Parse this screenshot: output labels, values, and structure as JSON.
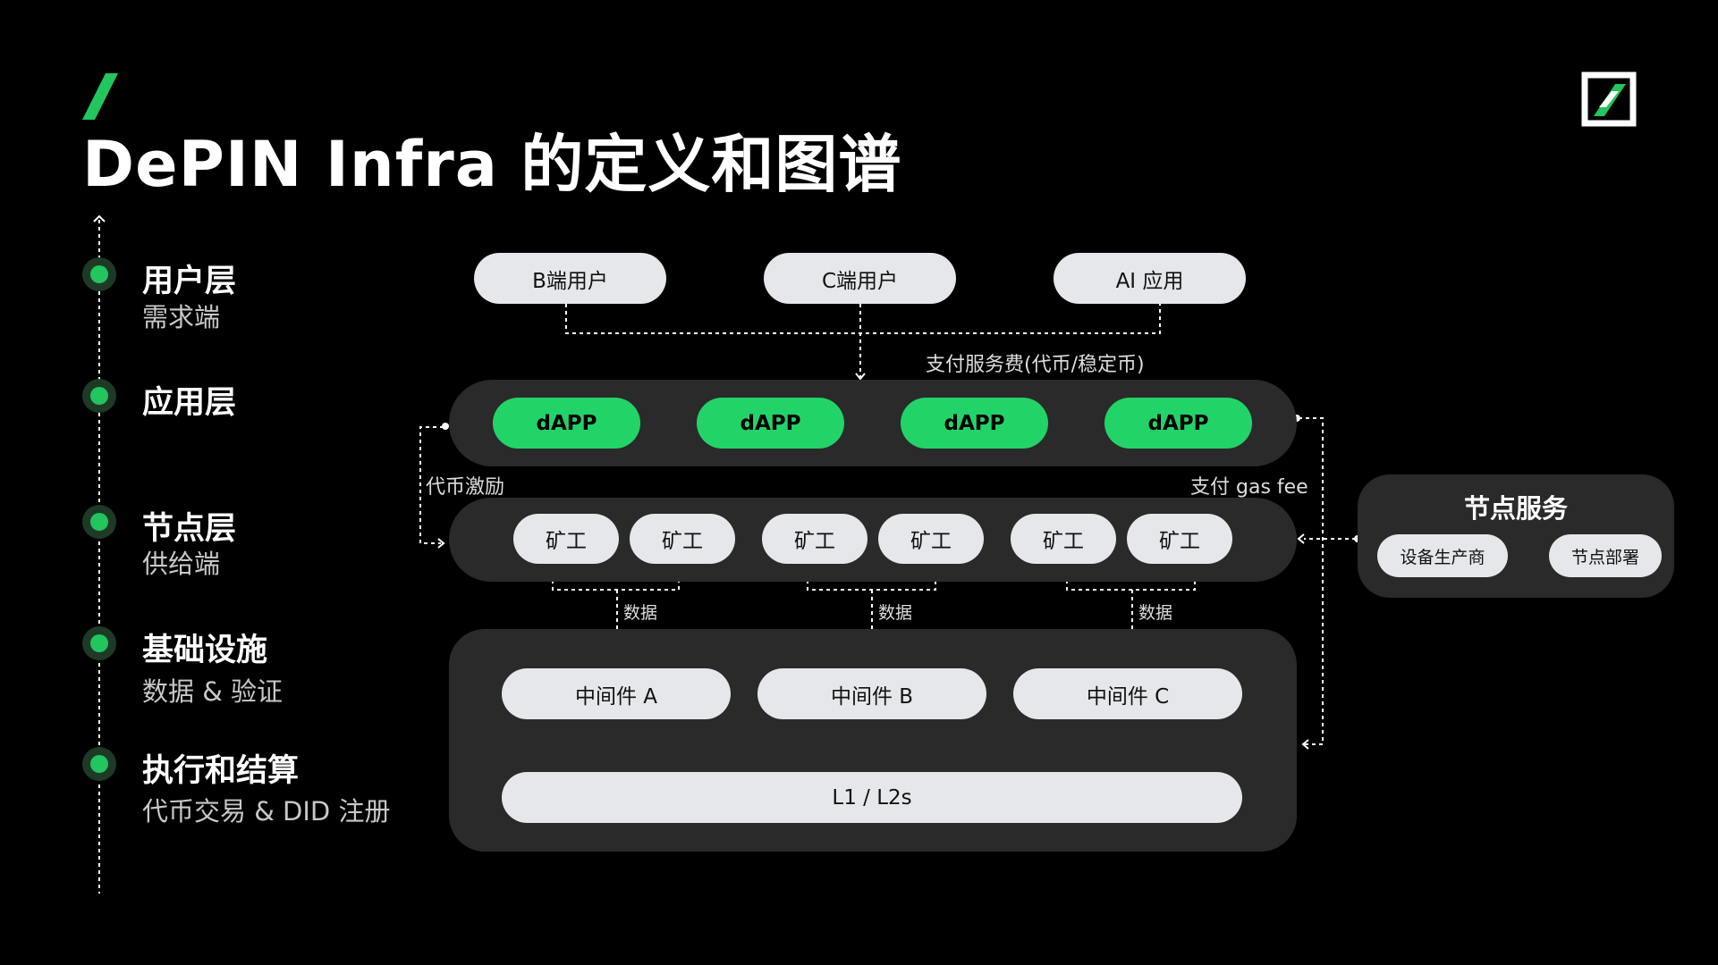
{
  "title": "DePIN Infra 的定义和图谱",
  "logo": {
    "icon": "brand-square-slash-icon",
    "accent": "#22c55e"
  },
  "layers": [
    {
      "title": "用户层",
      "subtitle": "需求端"
    },
    {
      "title": "应用层",
      "subtitle": ""
    },
    {
      "title": "节点层",
      "subtitle": "供给端"
    },
    {
      "title": "基础设施",
      "subtitle": "数据 & 验证"
    },
    {
      "title": "执行和结算",
      "subtitle": "代币交易 & DID 注册"
    }
  ],
  "users": [
    "B端用户",
    "C端用户",
    "AI 应用"
  ],
  "apps": [
    "dAPP",
    "dAPP",
    "dAPP",
    "dAPP"
  ],
  "miners": [
    "矿工",
    "矿工",
    "矿工",
    "矿工",
    "矿工",
    "矿工"
  ],
  "middleware": [
    "中间件 A",
    "中间件 B",
    "中间件 C"
  ],
  "settlement": "L1 / L2s",
  "flows": {
    "service_fee": "支付服务费(代币/稳定币)",
    "token_incentive": "代币激励",
    "gas_fee": "支付 gas fee",
    "data": [
      "数据",
      "数据",
      "数据"
    ]
  },
  "node_services": {
    "title": "节点服务",
    "items": [
      "设备生产商",
      "节点部署"
    ]
  },
  "colors": {
    "background": "#000000",
    "panel": "#2a2a2a",
    "pill": "#e5e7eb",
    "green": "#22d468"
  }
}
